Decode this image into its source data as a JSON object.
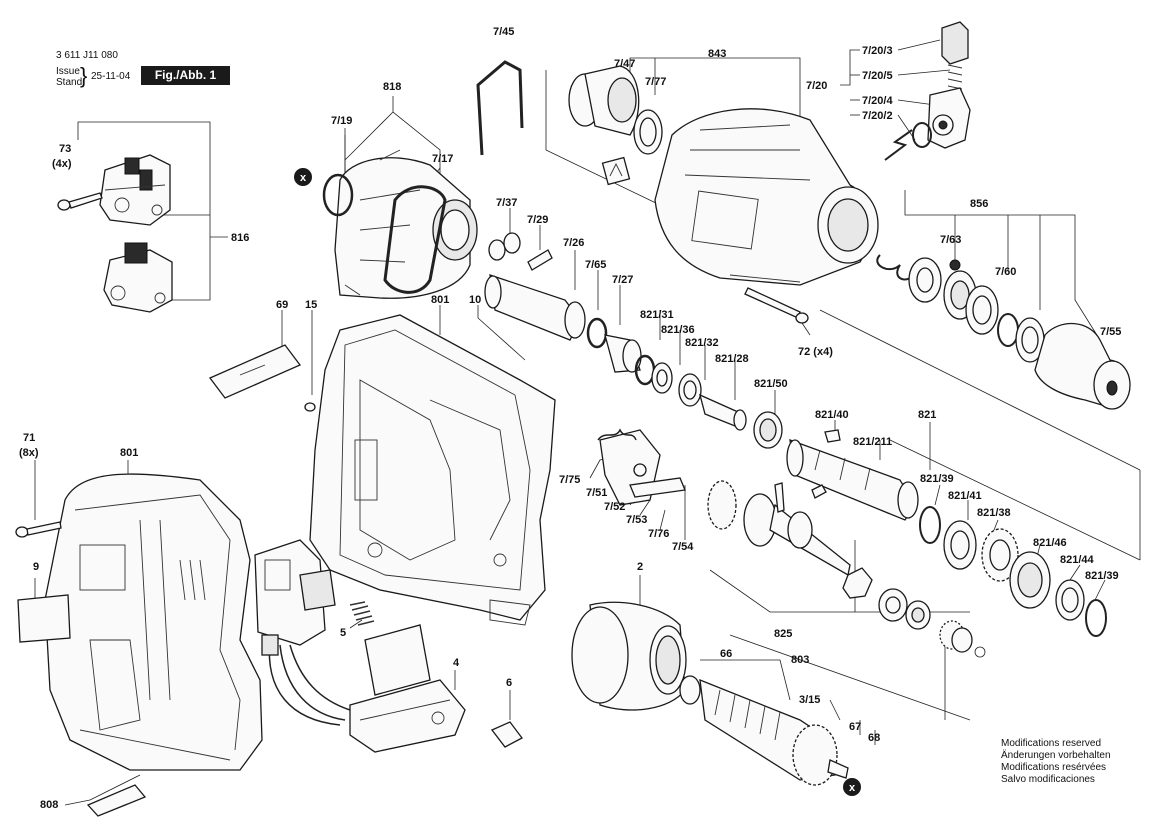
{
  "header": {
    "doc_number": "3 611 J11 080",
    "issue_label_1": "Issue",
    "issue_label_2": "Stand",
    "issue_date": "25-11-04",
    "figure_label": "Fig./Abb. 1"
  },
  "notes": [
    "Modifications reserved",
    "Änderungen vorbehalten",
    "Modifications resérvées",
    "Salvo modificaciones"
  ],
  "callouts": {
    "c7_45": "7/45",
    "c7_47": "7/47",
    "c7_77": "7/77",
    "c843": "843",
    "c7_20_3": "7/20/3",
    "c7_20_5": "7/20/5",
    "c7_20": "7/20",
    "c7_20_4": "7/20/4",
    "c7_20_2": "7/20/2",
    "c818": "818",
    "c7_19": "7/19",
    "c7_17": "7/17",
    "c73": "73",
    "c4x": "(4x)",
    "c816": "816",
    "c856": "856",
    "c7_63": "7/63",
    "c7_60": "7/60",
    "c7_55": "7/55",
    "c7_37": "7/37",
    "c7_29": "7/29",
    "c7_26": "7/26",
    "c7_65": "7/65",
    "c7_27": "7/27",
    "c69": "69",
    "c15": "15",
    "c801a": "801",
    "c10": "10",
    "c821_31": "821/31",
    "c821_36": "821/36",
    "c821_32": "821/32",
    "c821_28": "821/28",
    "c821_50": "821/50",
    "c72": "72 (x4)",
    "c821_40": "821/40",
    "c821": "821",
    "c821_211": "821/211",
    "c821_39a": "821/39",
    "c821_41": "821/41",
    "c821_38": "821/38",
    "c821_46": "821/46",
    "c821_44": "821/44",
    "c821_39b": "821/39",
    "c71": "71",
    "c8x": "(8x)",
    "c801b": "801",
    "c7_75": "7/75",
    "c7_51": "7/51",
    "c7_52": "7/52",
    "c7_53": "7/53",
    "c7_76": "7/76",
    "c7_54": "7/54",
    "c9": "9",
    "c5": "5",
    "c4": "4",
    "c2": "2",
    "c825": "825",
    "c66": "66",
    "c803": "803",
    "c3_15": "3/15",
    "c67": "67",
    "c68": "68",
    "c6": "6",
    "c808": "808",
    "cx1": "x",
    "cx2": "x"
  },
  "icons": [
    "x-marker-icon",
    "shape-symbol-icon"
  ]
}
